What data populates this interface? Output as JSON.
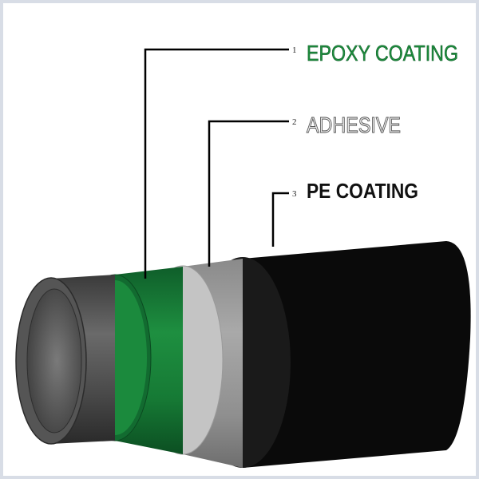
{
  "layers": [
    {
      "number": "1",
      "name": "EPOXY COATING",
      "color": "#1f8f3f"
    },
    {
      "number": "2",
      "name": "ADHESIVE",
      "color": "#e0e0e0"
    },
    {
      "number": "3",
      "name": "PE COATING",
      "color": "#111111"
    }
  ]
}
